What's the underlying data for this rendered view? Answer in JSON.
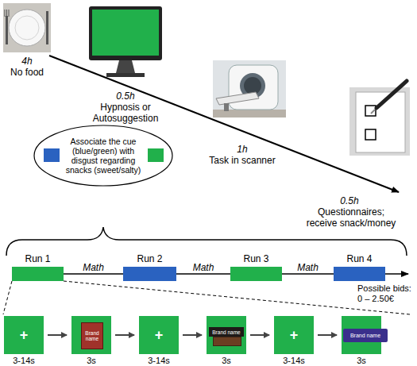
{
  "diagram": {
    "nodes": [
      {
        "text": [
          "Associate the cue (blue/green) with disgust regarding snacks (sweet/salty)"
        ]
      },
      {
        "text": [
          "Run 1"
        ]
      },
      {
        "text": [
          "Run 2"
        ]
      },
      {
        "text": [
          "Run 3"
        ]
      },
      {
        "text": [
          "Run 4"
        ]
      },
      {
        "text": [
          "+"
        ]
      },
      {
        "text": [
          "Brand name"
        ]
      },
      {
        "text": [
          "+"
        ]
      },
      {
        "text": [
          "Brand name"
        ]
      },
      {
        "text": [
          "+"
        ]
      },
      {
        "text": [
          "Brand name"
        ]
      }
    ],
    "edges": [
      {
        "from": 1,
        "to": 2,
        "arrow": "none",
        "label": "Math"
      },
      {
        "from": 2,
        "to": 3,
        "arrow": "none",
        "label": "Math"
      },
      {
        "from": 3,
        "to": 4,
        "arrow": "none",
        "label": "Math"
      },
      {
        "from": 5,
        "to": 6,
        "arrow": "to"
      },
      {
        "from": 6,
        "to": 7,
        "arrow": "to"
      },
      {
        "from": 7,
        "to": 8,
        "arrow": "to"
      },
      {
        "from": 8,
        "to": 9,
        "arrow": "to"
      },
      {
        "from": 9,
        "to": 10,
        "arrow": "to"
      }
    ],
    "labels": [
      "4h",
      "No food",
      "0.5h",
      "Hypnosis or Autosuggestion",
      "1h",
      "Task in scanner",
      "0.5h",
      "Questionnaires; receive snack/money",
      "3-14s",
      "3s",
      "3-14s",
      "3s",
      "3-14s",
      "3s",
      "Possible bids: 0 – 2.50€"
    ]
  }
}
